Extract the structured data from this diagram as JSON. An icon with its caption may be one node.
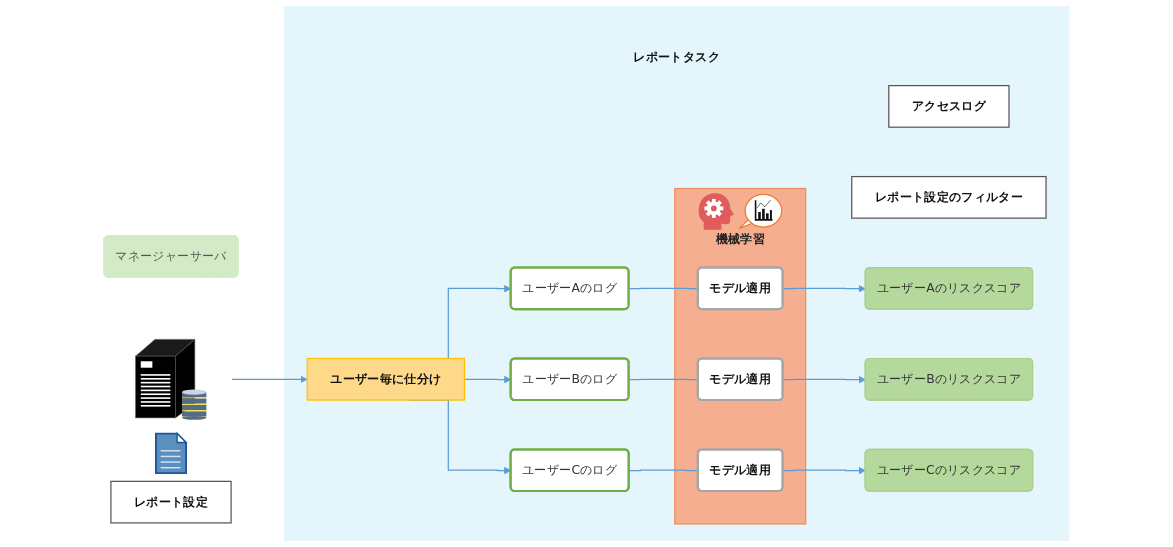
{
  "diagram": {
    "nodes": [
      {
        "text": [
          "マネージャーサーバ"
        ]
      },
      {
        "text": [],
        "shape": "picture"
      },
      {
        "text": [
          "レポート設定"
        ]
      },
      {
        "text": [
          "レポートタスク"
        ]
      },
      {
        "text": [
          "アクセスログ"
        ],
        "in": 3
      },
      {
        "text": [
          "レポート設定のフィルター"
        ],
        "in": 3
      },
      {
        "text": [
          "ユーザー毎に仕分け"
        ],
        "in": 3
      },
      {
        "text": [
          "ユーザーAのログ"
        ],
        "in": 3
      },
      {
        "text": [
          "ユーザーBのログ"
        ],
        "in": 3
      },
      {
        "text": [
          "ユーザーCのログ"
        ],
        "in": 3
      },
      {
        "text": [
          "機械学習"
        ],
        "in": 3
      },
      {
        "text": [
          "モデル適用"
        ],
        "in": 10
      },
      {
        "text": [
          "モデル適用"
        ],
        "in": 10
      },
      {
        "text": [
          "モデル適用"
        ],
        "in": 10
      },
      {
        "text": [
          "ユーザーAのリスクスコア"
        ],
        "in": 3
      },
      {
        "text": [
          "ユーザーBのリスクスコア"
        ],
        "in": 3
      },
      {
        "text": [
          "ユーザーCのリスクスコア"
        ],
        "in": 3
      }
    ],
    "edges": [
      {
        "from": 1,
        "to": 6,
        "arrow": "to"
      },
      {
        "from": 6,
        "to": 7,
        "arrow": "to"
      },
      {
        "from": 6,
        "to": 8,
        "arrow": "to"
      },
      {
        "from": 6,
        "to": 9,
        "arrow": "to"
      },
      {
        "from": 7,
        "to": 11,
        "arrow": "none"
      },
      {
        "from": 8,
        "to": 12,
        "arrow": "none"
      },
      {
        "from": 9,
        "to": 13,
        "arrow": "none"
      },
      {
        "from": 11,
        "to": 14,
        "arrow": "to"
      },
      {
        "from": 12,
        "to": 15,
        "arrow": "to"
      },
      {
        "from": 13,
        "to": 16,
        "arrow": "to"
      }
    ]
  }
}
